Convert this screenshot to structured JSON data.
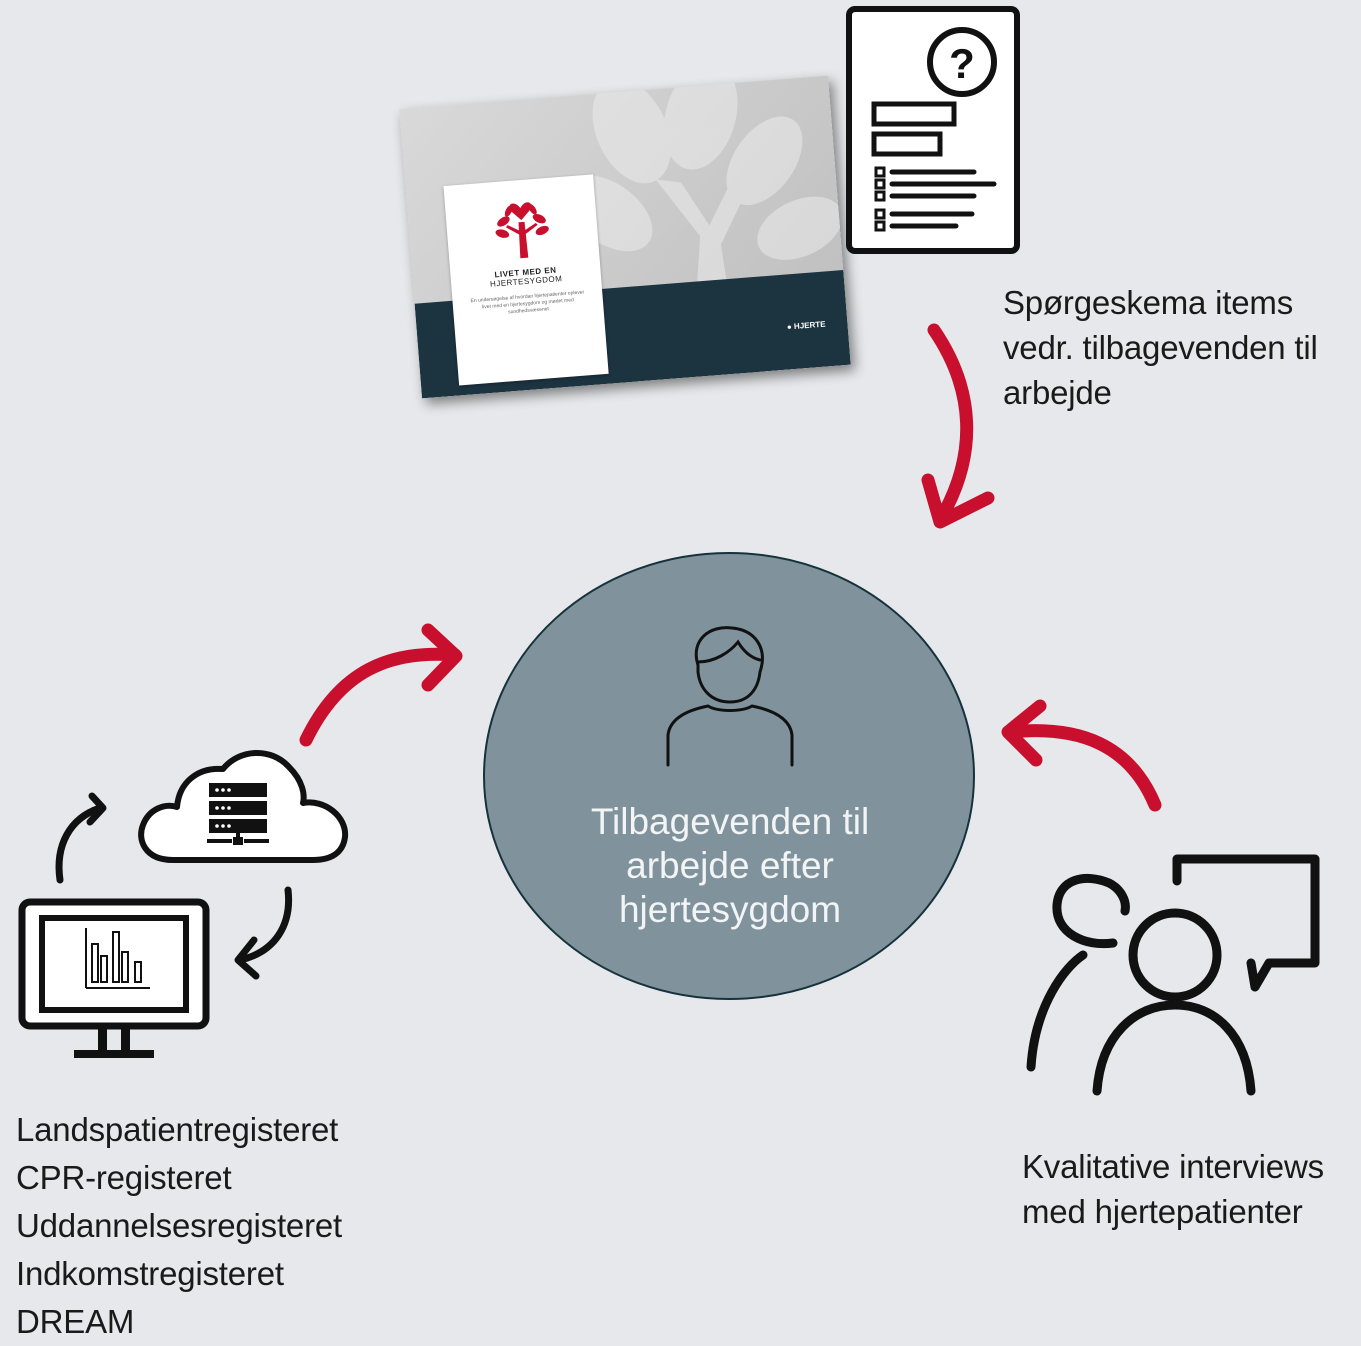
{
  "center": {
    "lines": [
      "Tilbagevenden til",
      "arbejde efter",
      "hjertesygdom"
    ]
  },
  "questionnaire": {
    "lines": [
      "Spørgeskema items",
      "vedr. tilbagevenden til",
      "arbejde"
    ]
  },
  "interviews": {
    "lines": [
      "Kvalitative interviews",
      "med hjertepatienter"
    ]
  },
  "registers": {
    "lines": [
      "Landspatientregisteret",
      "CPR-registeret",
      "Uddannelsesregisteret",
      "Indkomstregisteret",
      "DREAM"
    ]
  },
  "brochure": {
    "title_bold": "LIVET",
    "title_rest": "MED EN",
    "title_line2": "HJERTESYGDOM",
    "subtitle": "En undersøgelse af hvordan hjertepatienter oplever livet med en hjertesygdom og mødet med sundhedsvæsenet",
    "logo": "HJERTE"
  },
  "colors": {
    "background": "#e6e8eb",
    "circle": "#80939c",
    "arrow": "#c8102e",
    "icon": "#111111"
  }
}
